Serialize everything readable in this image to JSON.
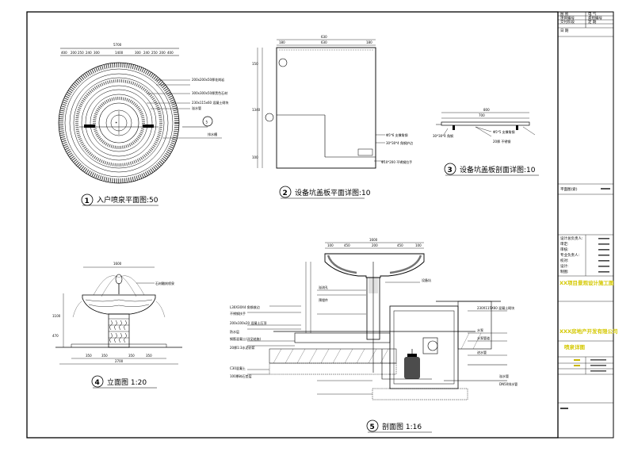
{
  "title_block": {
    "top_rows": [
      {
        "a": "图 别",
        "b": "电 气"
      },
      {
        "a": "项目编号",
        "b": "类别编号"
      },
      {
        "a": "交付阶段",
        "b": "定 期"
      },
      {
        "a": "日 期",
        "b": ""
      }
    ],
    "plan_title": "平面图(索)",
    "sign_rows": [
      "设计总负责人:",
      "审定:",
      "审核:",
      "专业负责人:",
      "校对:",
      "设计:",
      "制图:"
    ],
    "project_lines": [
      "XX项目景观设计施工图",
      "XXX房地产开发有限公司"
    ],
    "drawing_name": "喷泉详图"
  },
  "views": {
    "plan": {
      "number": "1",
      "caption": "入户喷泉平面图:50",
      "overall_dim": "5700",
      "segment_dims": [
        "400",
        "200",
        "250",
        "240",
        "300",
        "1400",
        "300",
        "240",
        "250",
        "200",
        "400"
      ],
      "callouts": [
        "200x200x50厚花岗岩",
        "300x300x50厚黑色石材",
        "230x115x60 混凝土砌块",
        "溢水管",
        "排水槽"
      ],
      "section_mark": "5"
    },
    "cover_plan": {
      "number": "2",
      "caption": "设备坑盖板平面详图:10",
      "dims_top": [
        "180",
        "630",
        "180"
      ],
      "dims_left": [
        "150",
        "1340",
        "100"
      ],
      "callouts": [
        "Φ5*6 支撑角钢",
        "30*30*4 角钢护边",
        "Φ10*200 不锈钢拉手"
      ]
    },
    "cover_section": {
      "number": "3",
      "caption": "设备坑盖板剖面详图:10",
      "dims": [
        "700",
        "800"
      ],
      "callouts": [
        "Φ5*5 支撑角钢",
        "30*30*4 角钢",
        "20厚 不锈钢"
      ]
    },
    "elevation": {
      "number": "4",
      "caption": "立面图 1:20",
      "top_dim": "1600",
      "bottom_dims": [
        "350",
        "350",
        "350",
        "350"
      ],
      "overall_dim": "2700",
      "callout": "石材雕刻喷泉",
      "side_dims": [
        "1100",
        "470"
      ]
    },
    "section": {
      "number": "5",
      "caption": "剖面图 1:16",
      "top_dims": [
        "100",
        "450",
        "200",
        "450",
        "100"
      ],
      "overall_dim": "1600",
      "callouts_left": [
        "L30X30X4 角钢收边",
        "不锈钢扶手",
        "200x100x20 混凝土压顶",
        "防水层",
        "钢筋混凝土(详见结施)",
        "20厚1:3水泥砂浆",
        "C30混凝土",
        "100厚碎石垫层"
      ],
      "callouts_right": [
        "230X115X60 混凝土砌块",
        "水泵",
        "水泵管道",
        "进水管",
        "溢水管",
        "DN50排水管"
      ],
      "callouts_center": [
        "溢流孔",
        "预埋件",
        "设备坑"
      ]
    }
  }
}
